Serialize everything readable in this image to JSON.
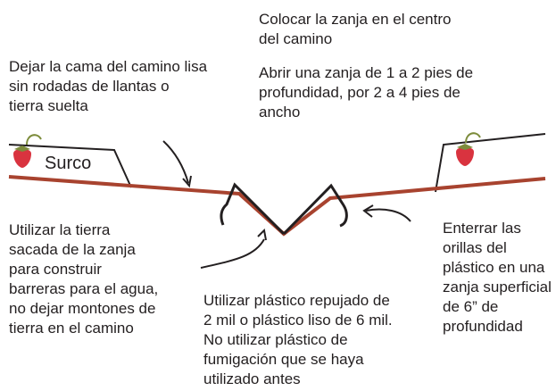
{
  "labels": {
    "center_trench": "Colocar la zanja en el centro\ndel camino",
    "trench_size": "Abrir una zanja de 1 a 2 pies de\nprofundidad, por 2 a 4 pies de\nancho",
    "road_bed": "Dejar la cama del camino lisa\nsin rodadas de llantas o\ntierra suelta",
    "furrow": "Surco",
    "soil_barriers": "Utilizar la tierra\nsacada de la zanja\npara construir\nbarreras para el agua,\nno dejar montones de\ntierra en el camino",
    "plastic_type": "Utilizar plástico repujado de\n2 mil o plástico liso de 6 mil.\nNo utilizar plástico de\nfumigación que se haya\nutilizado antes",
    "bury_edges": "Enterrar las\norillas del\nplástico en una\nzanja superficial\nde 6” de\nprofundidad"
  },
  "colors": {
    "plastic": "#a8432f",
    "line": "#231f20",
    "strawberry": "#d9333f",
    "leaf": "#7d8c3c"
  },
  "icons": [
    "strawberry-icon",
    "strawberry-icon"
  ]
}
